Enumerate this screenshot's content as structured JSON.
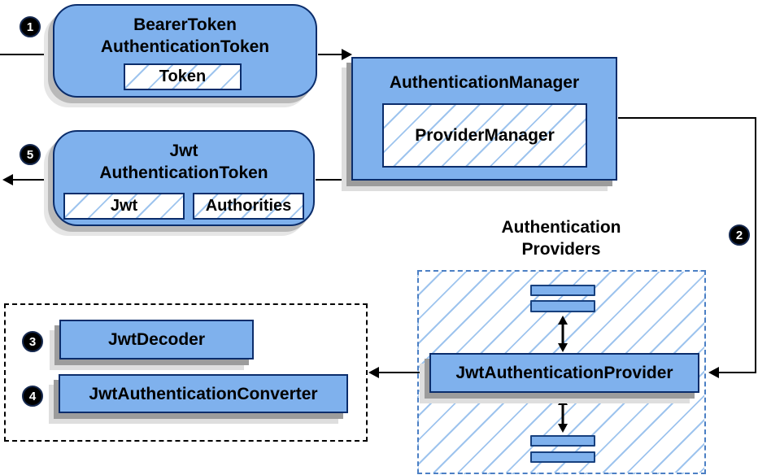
{
  "colors": {
    "node_fill": "#7FB1ED",
    "node_border": "#0B2D6B",
    "hatch_line": "#9EC4EE",
    "dashed_border_blue": "#4B7FC4",
    "arrow_black": "#000000"
  },
  "steps": [
    "1",
    "2",
    "3",
    "4",
    "5"
  ],
  "nodes": {
    "bearer": {
      "line1": "BearerToken",
      "line2": "AuthenticationToken",
      "inner": "Token"
    },
    "manager": {
      "title": "AuthenticationManager",
      "inner": "ProviderManager"
    },
    "jwt_token": {
      "line1": "Jwt",
      "line2": "AuthenticationToken",
      "inner_left": "Jwt",
      "inner_right": "Authorities"
    },
    "providers_group": {
      "line1": "Authentication",
      "line2": "Providers"
    },
    "provider": {
      "title": "JwtAuthenticationProvider"
    },
    "decoder": {
      "title": "JwtDecoder"
    },
    "converter": {
      "title": "JwtAuthenticationConverter"
    }
  }
}
